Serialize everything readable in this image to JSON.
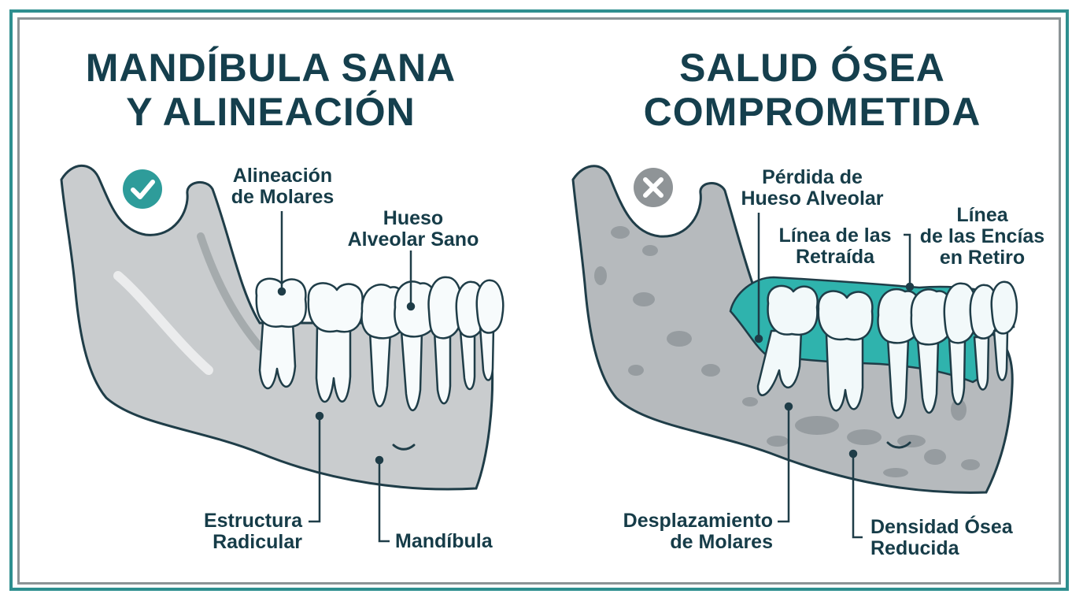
{
  "left_panel": {
    "title_line1": "MANDÍBULA SANA",
    "title_line2": "Y ALINEACIÓN",
    "status_icon": "check-icon",
    "labels": {
      "molar_alignment": [
        "Alineación",
        "de Molares"
      ],
      "healthy_bone": [
        "Hueso",
        "Alveolar Sano"
      ],
      "root_structure": [
        "Estructura",
        "Radicular"
      ],
      "mandible": "Mandíbula"
    }
  },
  "right_panel": {
    "title_line1": "SALUD ÓSEA",
    "title_line2": "COMPROMETIDA",
    "status_icon": "x-icon",
    "labels": {
      "bone_loss": [
        "Pérdida de",
        "Hueso Alveolar"
      ],
      "retracted_line": [
        "Línea de las",
        "Retraída"
      ],
      "receding_gumline": [
        "Línea",
        "de las Encías",
        "en Retiro"
      ],
      "molar_displacement": [
        "Desplazamiento",
        "de Molares"
      ],
      "reduced_density": [
        "Densidad Ósea",
        "Reducida"
      ]
    }
  },
  "colors": {
    "frame_teal": "#2e8f8f",
    "frame_gray": "#8c9496",
    "title": "#153f4d",
    "bone": "#c9ccce",
    "gum_teal": "#2fb3ad",
    "check_badge": "#2e9c9a",
    "x_badge": "#8f9497"
  }
}
